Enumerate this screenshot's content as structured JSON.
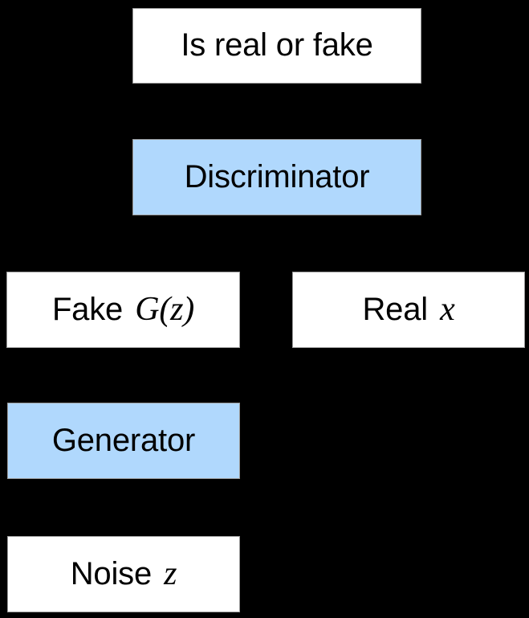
{
  "diagram": {
    "title": "GAN architecture block diagram",
    "background_color": "#000000",
    "box_border_color": "#9a9a9a",
    "colors": {
      "network_block": "#b0d8fd",
      "data_block": "#ffffff",
      "text": "#000000"
    },
    "nodes": [
      {
        "id": "is-real-or-fake",
        "label": "Is real or fake",
        "label_plain": "Is real or fake",
        "kind": "output",
        "fill": "#ffffff"
      },
      {
        "id": "discriminator",
        "label": "Discriminator",
        "label_plain": "Discriminator",
        "kind": "network",
        "fill": "#b0d8fd"
      },
      {
        "id": "fake",
        "label_prefix": "Fake ",
        "label_math": "G(z)",
        "label_plain": "Fake G(z)",
        "kind": "data",
        "fill": "#ffffff"
      },
      {
        "id": "real",
        "label_prefix": "Real ",
        "label_math": "x",
        "label_plain": "Real x",
        "kind": "data",
        "fill": "#ffffff"
      },
      {
        "id": "generator",
        "label": "Generator",
        "label_plain": "Generator",
        "kind": "network",
        "fill": "#b0d8fd"
      },
      {
        "id": "noise",
        "label_prefix": "Noise ",
        "label_math": "z",
        "label_plain": "Noise z",
        "kind": "data",
        "fill": "#ffffff"
      }
    ]
  }
}
